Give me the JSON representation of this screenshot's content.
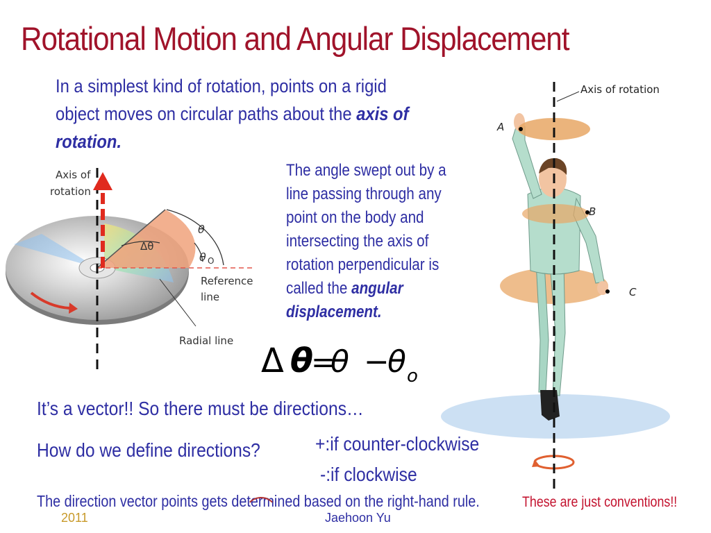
{
  "slide": {
    "title": "Rotational Motion and Angular Displacement",
    "intro_part1": "In a simplest kind of rotation, points on a rigid object moves on circular paths about the ",
    "intro_bold": "axis of rotation.",
    "desc_part1": "The angle swept out by a line passing through any point on the body and intersecting the axis of rotation perpendicular is called the ",
    "desc_bold": "angular displacement.",
    "vector_line": "It’s a vector!!  So there must be directions…",
    "how_line": "How do we define directions?",
    "ccw_line": "+:if counter-clockwise",
    "cw_line": "-:if clockwise",
    "rule_line": "The direction vector points gets determined based on the right-hand rule.",
    "conventions": "These are just conventions!!",
    "footer_year": "2011",
    "footer_author": "Jaehoon Yu"
  },
  "cd_figure": {
    "axis_label_1": "Axis of",
    "axis_label_2": "rotation",
    "theta": "θ",
    "delta_theta": "Δθ",
    "theta0": "θ",
    "theta0_sub": "O",
    "ref_label_1": "Reference",
    "ref_label_2": "line",
    "radial_label": "Radial line"
  },
  "equation": {
    "delta": "Δ",
    "theta_lhs": "θ",
    "equals": "=",
    "theta": "θ",
    "minus": "−",
    "theta_o": "θ",
    "sub_o": "o"
  },
  "skater_figure": {
    "axis_label": "Axis of rotation",
    "point_a": "A",
    "point_b": "B",
    "point_c": "C"
  },
  "colors": {
    "title": "#a0132a",
    "text": "#2e2ea3",
    "accent_red": "#c3122e",
    "arrow_red": "#e02a1e",
    "disk_orange": "#e8a765"
  }
}
